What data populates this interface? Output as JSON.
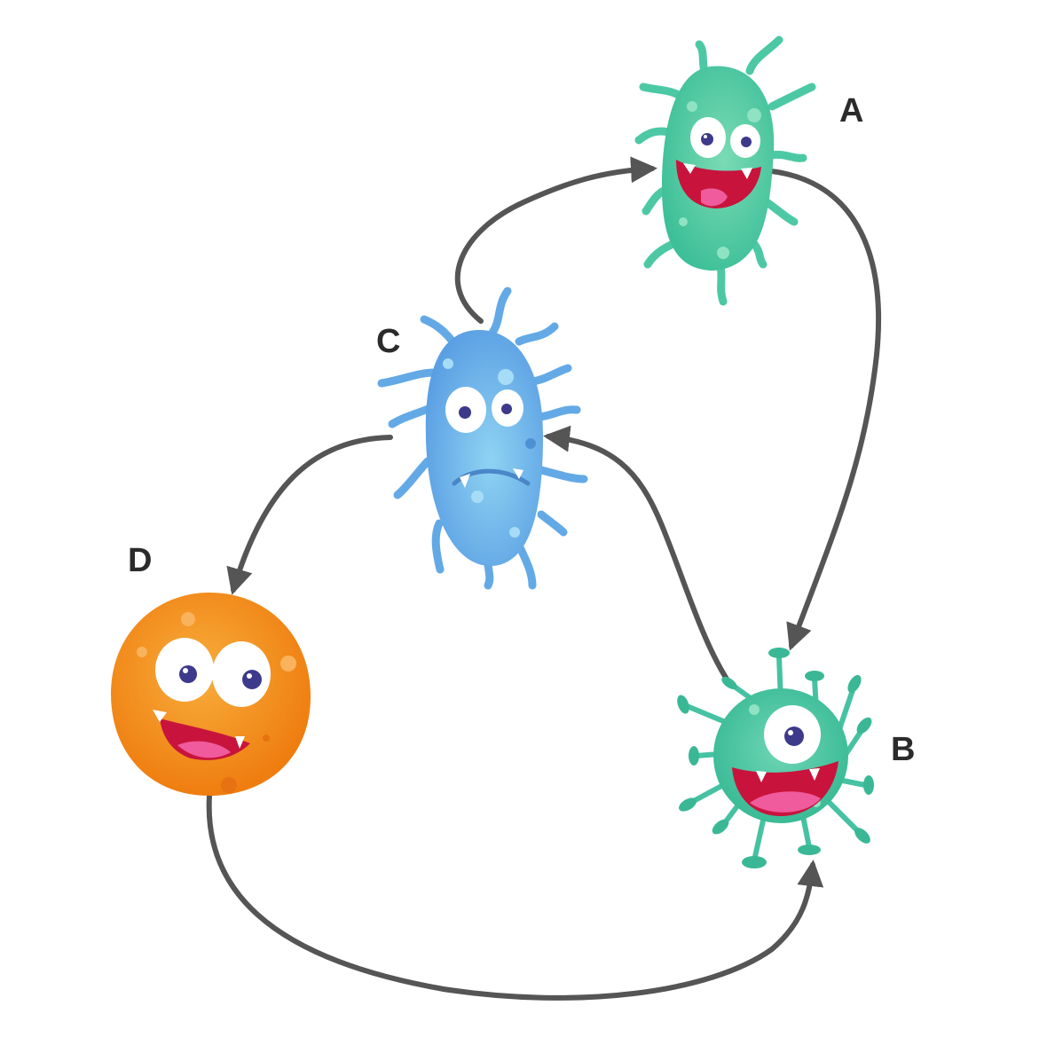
{
  "nodes": [
    {
      "id": "A",
      "label": "A",
      "creature": "green-germ-icon",
      "color": "#4cc9a4"
    },
    {
      "id": "B",
      "label": "B",
      "creature": "teal-virus-icon",
      "color": "#46c2a2"
    },
    {
      "id": "C",
      "label": "C",
      "creature": "blue-bacterium-icon",
      "color": "#63a9e6"
    },
    {
      "id": "D",
      "label": "D",
      "creature": "orange-coccus-icon",
      "color": "#f5921e"
    }
  ],
  "edges": [
    {
      "from": "C",
      "to": "A"
    },
    {
      "from": "A",
      "to": "B"
    },
    {
      "from": "B",
      "to": "C"
    },
    {
      "from": "C",
      "to": "D"
    },
    {
      "from": "D",
      "to": "B"
    }
  ],
  "colors": {
    "arrow": "#555555",
    "text": "#2b2b2b",
    "mouth": "#c8143c",
    "tongue": "#ef5b9c",
    "pupil": "#3d3a8c"
  }
}
